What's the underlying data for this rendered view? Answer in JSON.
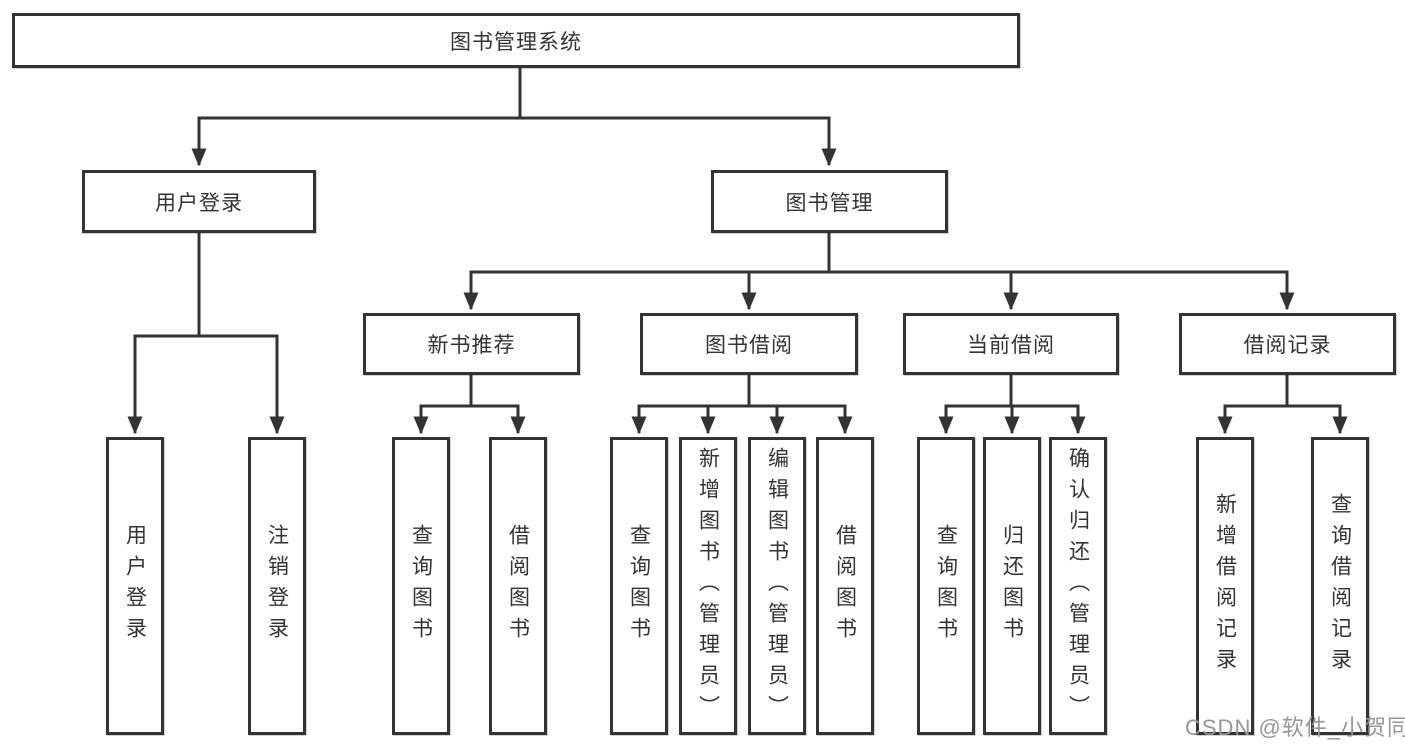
{
  "colors": {
    "line": "#333333",
    "box_border": "#333333",
    "box_background": "#ffffff",
    "text": "#333333",
    "watermark_text_color": "#969696"
  },
  "watermark": {
    "text": "CSDN @软件_小贺同学"
  },
  "tree": {
    "root": "图书管理系统",
    "branches": [
      {
        "label": "用户登录",
        "children": [
          "用户登录",
          "注销登录"
        ]
      },
      {
        "label": "图书管理",
        "groups": [
          {
            "label": "新书推荐",
            "children": [
              "查询图书",
              "借阅图书"
            ]
          },
          {
            "label": "图书借阅",
            "children": [
              "查询图书",
              "新增图书（管理员）",
              "编辑图书（管理员）",
              "借阅图书"
            ]
          },
          {
            "label": "当前借阅",
            "children": [
              "查询图书",
              "归还图书",
              "确认归还（管理员）"
            ]
          },
          {
            "label": "借阅记录",
            "children": [
              "新增借阅记录",
              "查询借阅记录"
            ]
          }
        ]
      }
    ]
  }
}
